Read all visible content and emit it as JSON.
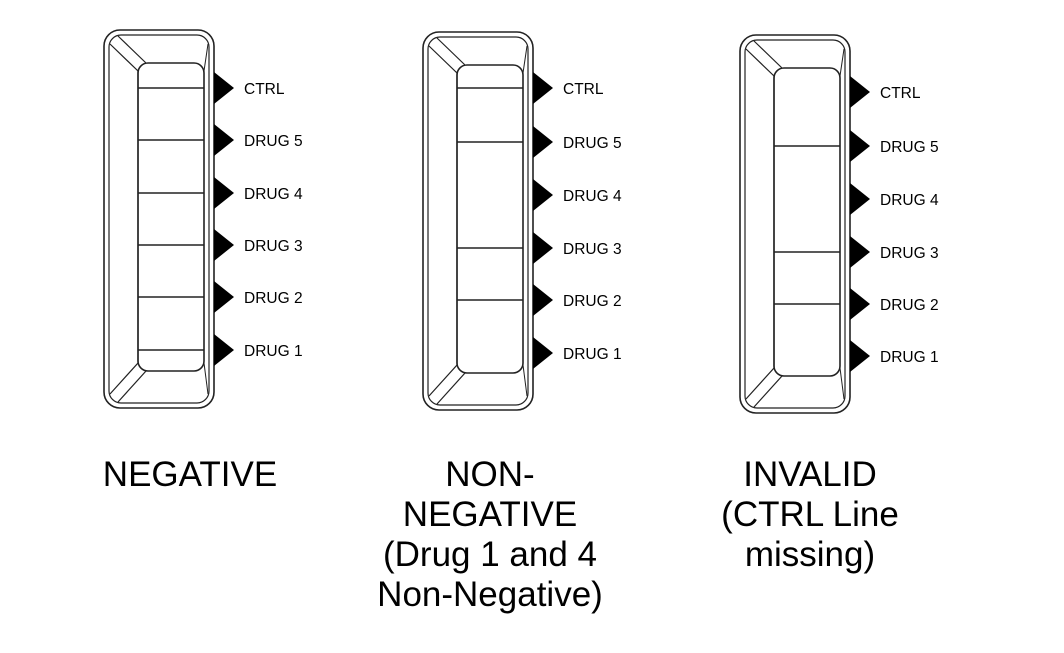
{
  "strips": [
    {
      "caption": "NEGATIVE",
      "labels": [
        "CTRL",
        "DRUG 5",
        "DRUG 4",
        "DRUG 3",
        "DRUG 2",
        "DRUG 1"
      ],
      "lines_visible": [
        true,
        true,
        true,
        true,
        true,
        true
      ]
    },
    {
      "caption": "NON-\nNEGATIVE\n(Drug 1 and 4\nNon-Negative)",
      "labels": [
        "CTRL",
        "DRUG 5",
        "DRUG 4",
        "DRUG 3",
        "DRUG 2",
        "DRUG 1"
      ],
      "lines_visible": [
        true,
        true,
        false,
        true,
        true,
        false
      ]
    },
    {
      "caption": "INVALID\n(CTRL Line\nmissing)",
      "labels": [
        "CTRL",
        "DRUG 5",
        "DRUG 4",
        "DRUG 3",
        "DRUG 2",
        "DRUG 1"
      ],
      "lines_visible": [
        false,
        true,
        false,
        true,
        true,
        false
      ]
    }
  ],
  "colors": {
    "stroke": "#222222",
    "marker": "#000000",
    "background": "#ffffff"
  }
}
